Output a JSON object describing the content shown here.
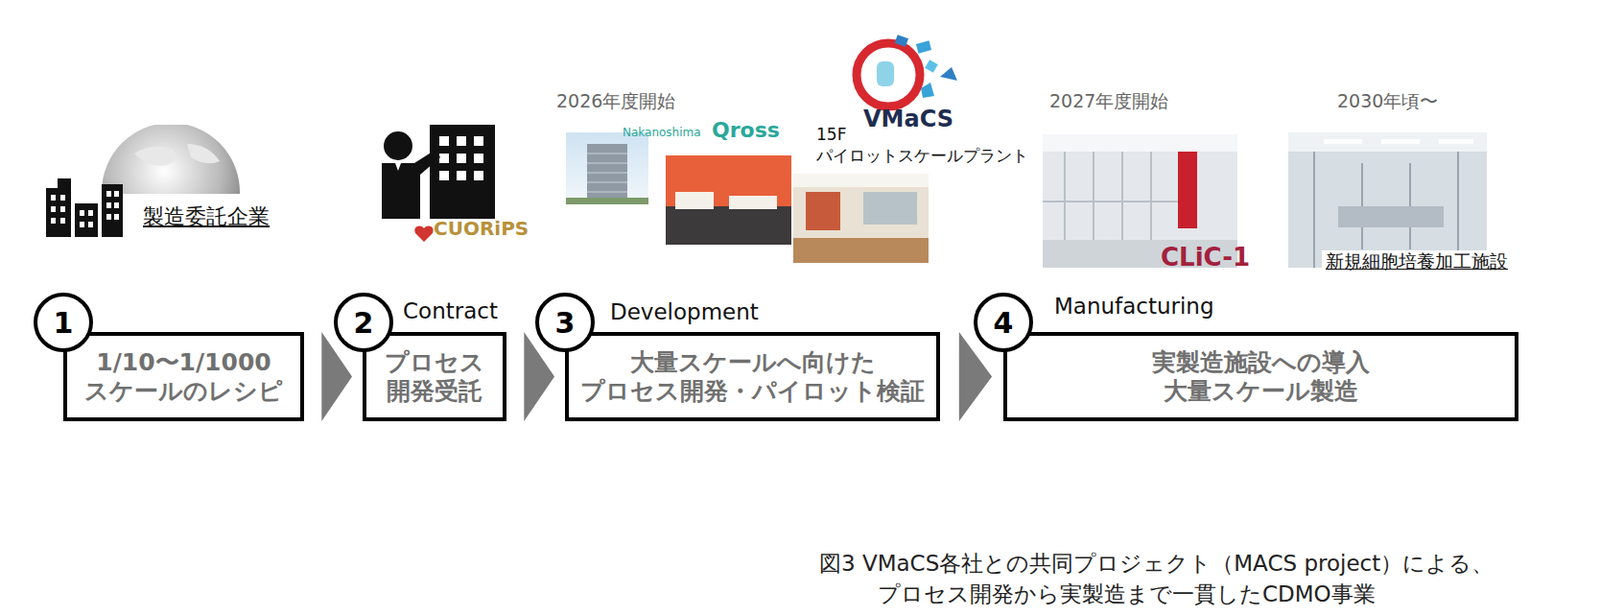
{
  "diagram": {
    "caption": "図3 VMaCS各社との共同プロジェクト（MACS project）による、 プロセス開発から実製造まで一貫したCDMO事業",
    "nodes": [
      {
        "text": [
          "1"
        ]
      },
      {
        "text": [
          "1/10〜1/1000 スケールのレシピ"
        ]
      },
      {
        "text": [
          "2"
        ]
      },
      {
        "text": [
          "プロセス 開発受託"
        ]
      },
      {
        "text": [
          "3"
        ]
      },
      {
        "text": [
          "大量スケールへ向けた プロセス開発・パイロット検証"
        ]
      },
      {
        "text": [
          "4"
        ]
      },
      {
        "text": [
          "実製造施設への導入 大量スケール製造"
        ]
      }
    ],
    "edges": [
      {
        "from": 1,
        "to": 3,
        "arrow": "to"
      },
      {
        "from": 3,
        "to": 5,
        "arrow": "to"
      },
      {
        "from": 5,
        "to": 7,
        "arrow": "to"
      }
    ],
    "labels": [
      "製造委託企業",
      "CUORiPS",
      "2026年度開始",
      "Nakanoshima",
      "Qross",
      "VMaCS",
      "15F",
      "パイロットスケールプラント",
      "2027年度開始",
      "CLiC-1",
      "2030年頃〜",
      "新規細胞培養加工施設",
      "Contract",
      "Development",
      "Manufacturing"
    ]
  }
}
